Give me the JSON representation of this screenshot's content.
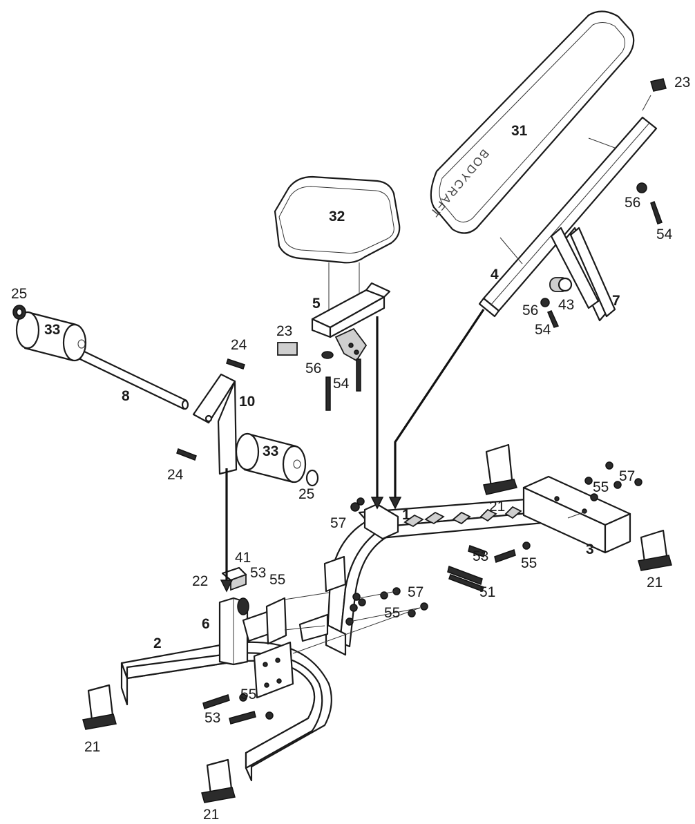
{
  "brand_text": "BODYCRAFT",
  "callouts": {
    "p1": "1",
    "p2": "2",
    "p3": "3",
    "p4": "4",
    "p5": "5",
    "p6": "6",
    "p7": "7",
    "p8": "8",
    "p10": "10",
    "p21a": "21",
    "p21b": "21",
    "p21c": "21",
    "p21d": "21",
    "p22": "22",
    "p23a": "23",
    "p23b": "23",
    "p24a": "24",
    "p24b": "24",
    "p25a": "25",
    "p25b": "25",
    "p31": "31",
    "p32": "32",
    "p33a": "33",
    "p33b": "33",
    "p41": "41",
    "p43": "43",
    "p51": "51",
    "p53a": "53",
    "p53b": "53",
    "p53c": "53",
    "p54a": "54",
    "p54b": "54",
    "p54c": "54",
    "p55a": "55",
    "p55b": "55",
    "p55c": "55",
    "p55d": "55",
    "p55e": "55",
    "p56a": "56",
    "p56b": "56",
    "p56c": "56",
    "p57a": "57",
    "p57b": "57",
    "p57c": "57"
  }
}
